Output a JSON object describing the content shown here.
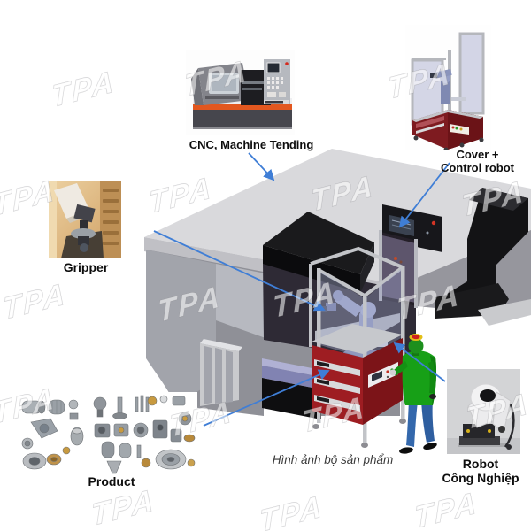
{
  "diagram": {
    "caption": "Hình ảnh bộ sản phẩm",
    "watermark": "TPA",
    "callouts": {
      "cnc": {
        "label": "CNC, Machine Tending",
        "image": "cnc-lathe-photo"
      },
      "cover": {
        "line1": "Cover +",
        "line2": "Control robot",
        "image": "robot-cover-enclosure-photo"
      },
      "gripper": {
        "label": "Gripper",
        "image": "gripper-photo"
      },
      "product": {
        "label": "Product",
        "image": "machined-parts-photo"
      },
      "robot": {
        "line1": "Robot",
        "line2": "Công Nghiệp",
        "image": "industrial-robot-photo"
      }
    },
    "colors": {
      "arrow_blue": "#3f7ed6",
      "machine_gray": "#d9d9dc",
      "cabinet_red": "#9e1d22",
      "enclosure_panel": "#aab0d0",
      "person_green": "#17a017",
      "jeans_blue": "#3468ac",
      "conveyor_black": "#141416",
      "cnc_stripe_orange": "#e2571f",
      "gripper_bg_tan": "#ddb887"
    }
  }
}
